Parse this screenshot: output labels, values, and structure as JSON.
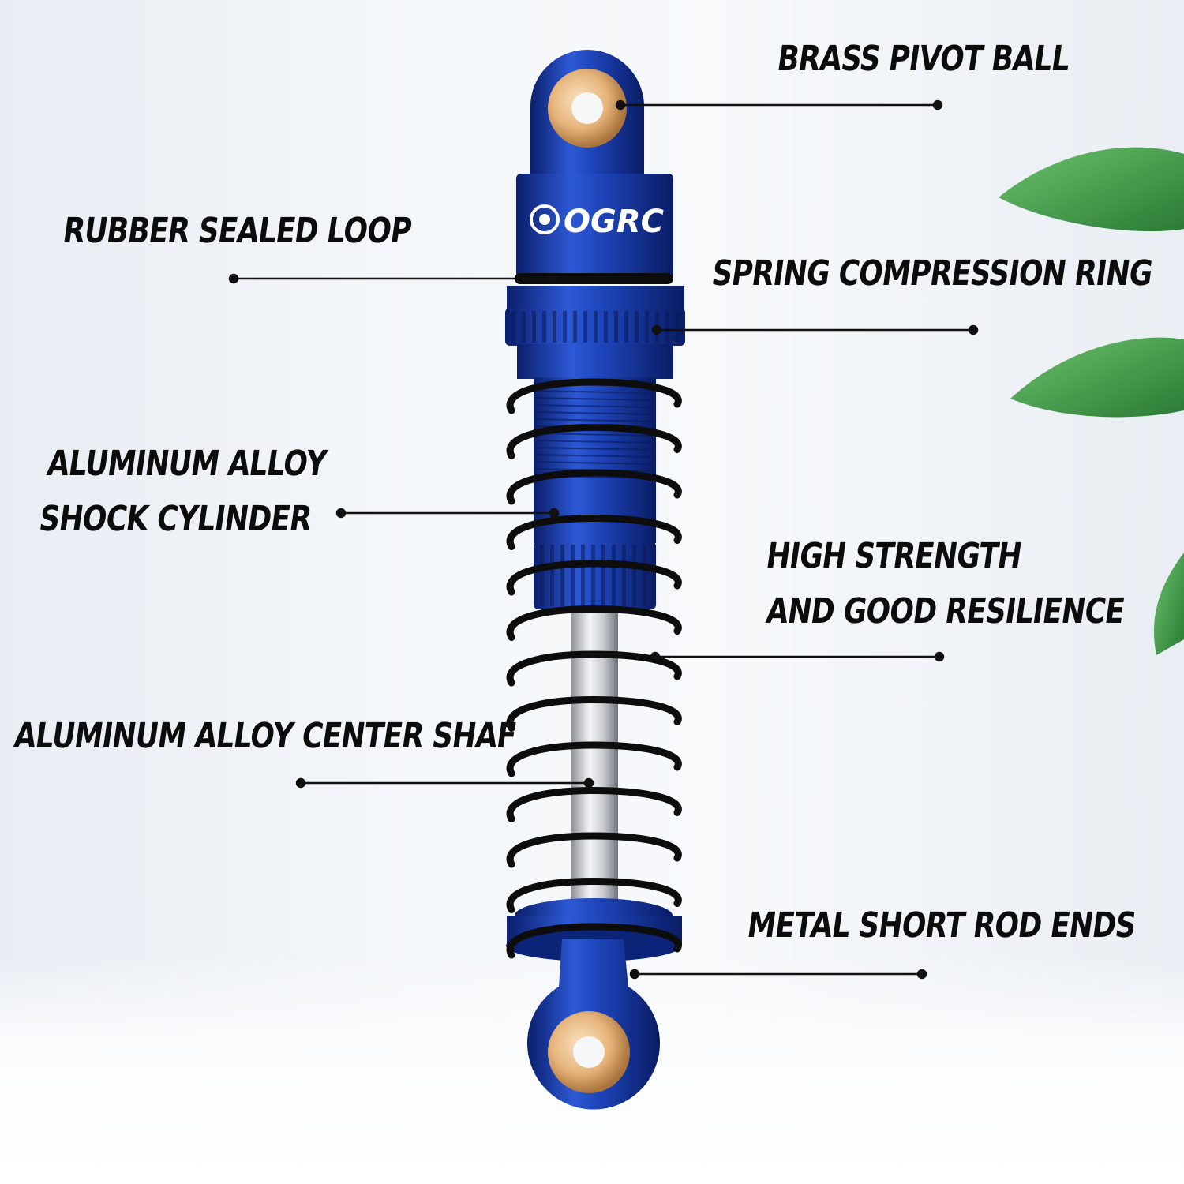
{
  "brand": {
    "logo_text": "OGRC"
  },
  "callouts": {
    "brass_pivot_ball": "BRASS PIVOT BALL",
    "rubber_sealed_loop": "RUBBER SEALED LOOP",
    "spring_compression_ring": "SPRING COMPRESSION RING",
    "shock_cylinder": [
      "ALUMINUM ALLOY",
      "SHOCK CYLINDER"
    ],
    "high_strength": [
      "HIGH STRENGTH",
      "AND GOOD RESILIENCE"
    ],
    "center_shaft": "ALUMINUM ALLOY CENTER SHAF",
    "rod_ends": "METAL SHORT ROD ENDS"
  },
  "colors": {
    "anodized_blue": "#1a3fb0",
    "dark_blue": "#0c2477",
    "brass": "#e3b277",
    "spring_black": "#0d0d0d",
    "leaf_green": "#3f9a45"
  }
}
